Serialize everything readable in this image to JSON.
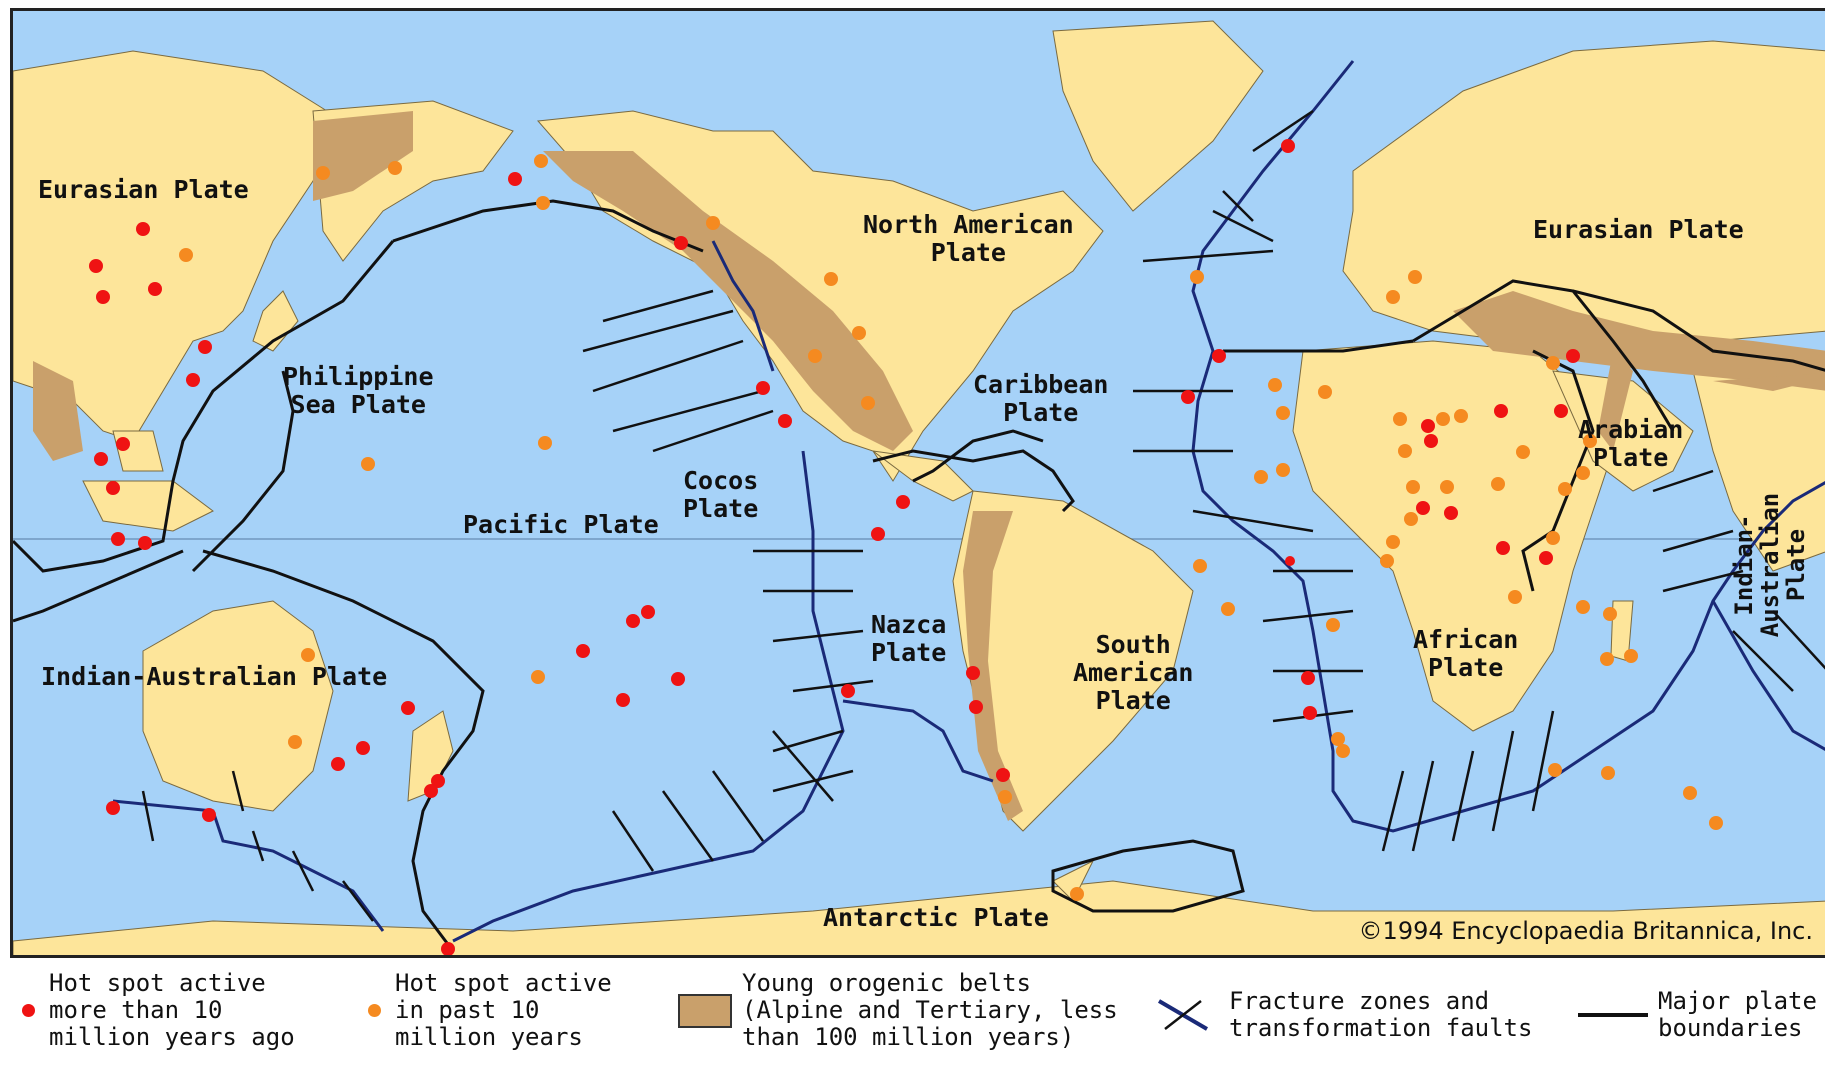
{
  "map": {
    "plates": [
      {
        "name": "Eurasian Plate"
      },
      {
        "name": "North American\nPlate"
      },
      {
        "name": "Eurasian Plate"
      },
      {
        "name": "Philippine\nSea Plate"
      },
      {
        "name": "Caribbean\nPlate"
      },
      {
        "name": "Arabian\nPlate"
      },
      {
        "name": "Cocos\nPlate"
      },
      {
        "name": "Pacific Plate"
      },
      {
        "name": "Nazca\nPlate"
      },
      {
        "name": "South\nAmerican\nPlate"
      },
      {
        "name": "African\nPlate"
      },
      {
        "name": "Indian-Australian Plate"
      },
      {
        "name": "Antarctic Plate"
      },
      {
        "name": "Indian-\nAustralian\nPlate"
      }
    ],
    "copyright": "©1994 Encyclopaedia Britannica, Inc.",
    "colors": {
      "ocean": "#a6d2f8",
      "land": "#fde59a",
      "orogenic": "#c9a06b",
      "boundary": "#111111",
      "ridge": "#1a2a78",
      "hotspot_old": "#ef1313",
      "hotspot_recent": "#f58a20"
    }
  },
  "legend": {
    "old_hotspot": "Hot spot active\nmore than 10\nmillion years ago",
    "recent_hotspot": "Hot spot active\nin past 10\nmillion years",
    "orogenic": "Young orogenic belts\n(Alpine and Tertiary, less\nthan 100 million years)",
    "fracture": "Fracture zones and\ntransformation faults",
    "boundary": "Major plate\nboundaries"
  }
}
